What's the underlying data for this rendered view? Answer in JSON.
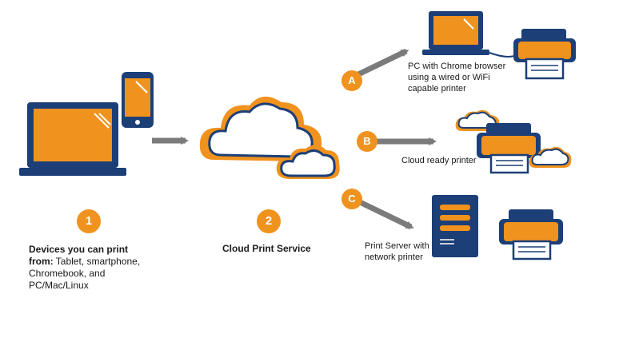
{
  "steps": [
    {
      "number": "1"
    },
    {
      "number": "2"
    }
  ],
  "devices": {
    "title": "Devices you can print from:",
    "title_line1": "Devices you can print",
    "title_line2": "from:",
    "desc_line2": " Tablet, smartphone,",
    "desc_line3": "Chromebook, and",
    "desc_line4": "PC/Mac/Linux"
  },
  "cloud_service": {
    "label": "Cloud Print Service"
  },
  "branches": {
    "a": {
      "badge": "A",
      "line1": "PC with Chrome browser",
      "line2": "using a wired or WiFi",
      "line3": "capable printer"
    },
    "b": {
      "badge": "B",
      "line1": "Cloud ready printer"
    },
    "c": {
      "badge": "C",
      "line1": "Print Server with",
      "line2": "network printer"
    }
  },
  "colors": {
    "navy": "#1c3f77",
    "orange": "#f0921e",
    "gray_arrow": "#7b7b7b",
    "white": "#ffffff"
  },
  "icons": [
    "laptop-icon",
    "smartphone-icon",
    "cloud-icon",
    "printer-icon",
    "server-icon",
    "arrow-icon"
  ]
}
